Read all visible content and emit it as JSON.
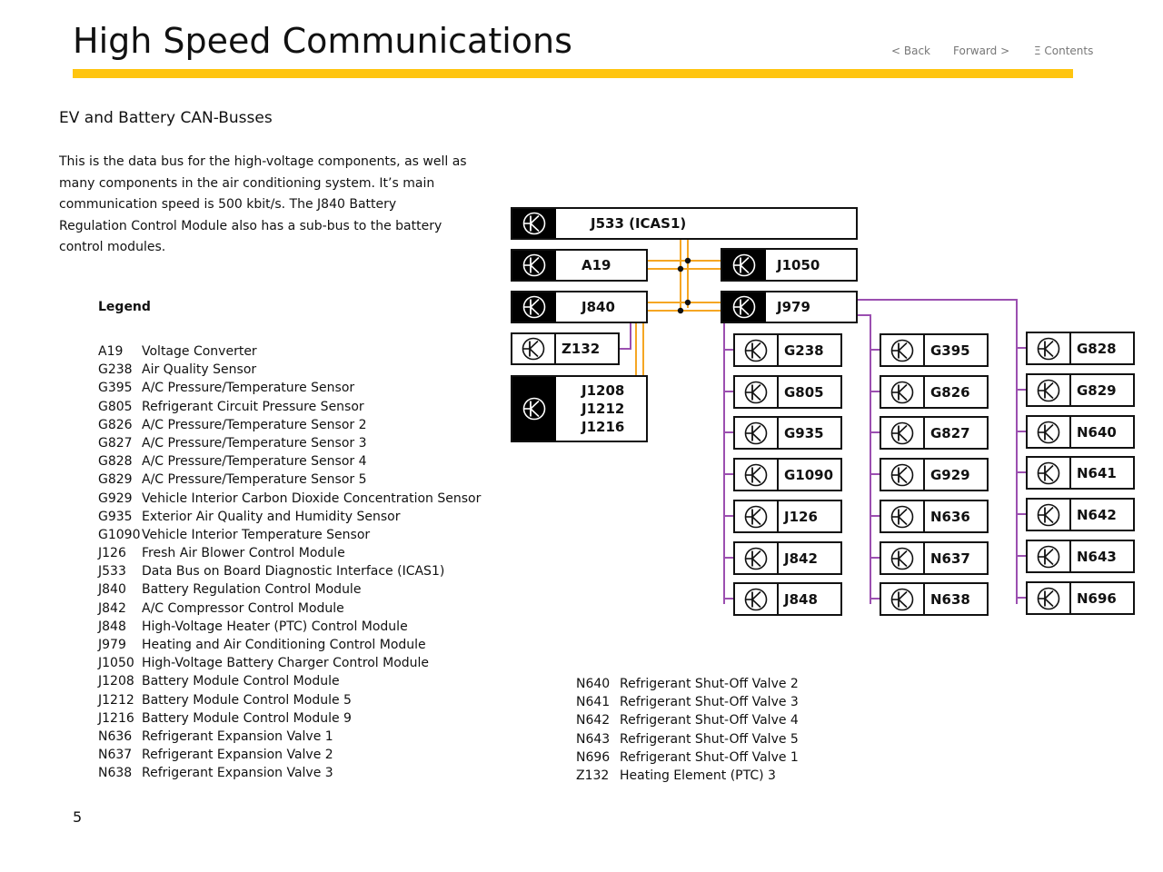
{
  "header": {
    "title": "High Speed Communications",
    "nav": {
      "back": "< Back",
      "forward": "Forward >",
      "contents": "Ξ Contents"
    }
  },
  "subtitle": "EV and Battery CAN-Busses",
  "intro": "This is the data bus for the high-voltage components, as well as many components in the air conditioning system.  It’s main communication speed is 500 kbit/s.  The J840 Battery Regulation Control Module also has a sub-bus to the battery control modules.",
  "legend": {
    "title": "Legend",
    "items": [
      {
        "code": "A19",
        "desc": "Voltage Converter"
      },
      {
        "code": "G238",
        "desc": "Air Quality Sensor"
      },
      {
        "code": "G395",
        "desc": "A/C Pressure/Temperature Sensor"
      },
      {
        "code": "G805",
        "desc": "Refrigerant Circuit Pressure Sensor"
      },
      {
        "code": "G826",
        "desc": "A/C Pressure/Temperature Sensor 2"
      },
      {
        "code": "G827",
        "desc": "A/C Pressure/Temperature Sensor 3"
      },
      {
        "code": "G828",
        "desc": "A/C Pressure/Temperature Sensor 4"
      },
      {
        "code": "G829",
        "desc": "A/C Pressure/Temperature Sensor 5"
      },
      {
        "code": "G929",
        "desc": "Vehicle Interior Carbon Dioxide Concentration Sensor"
      },
      {
        "code": "G935",
        "desc": "Exterior Air Quality and Humidity Sensor"
      },
      {
        "code": "G1090",
        "desc": "Vehicle Interior Temperature Sensor"
      },
      {
        "code": "J126",
        "desc": "Fresh Air Blower Control Module"
      },
      {
        "code": "J533",
        "desc": "Data Bus on Board Diagnostic Interface (ICAS1)"
      },
      {
        "code": "J840",
        "desc": "Battery Regulation Control Module"
      },
      {
        "code": "J842",
        "desc": "A/C Compressor Control Module"
      },
      {
        "code": "J848",
        "desc": "High-Voltage Heater (PTC) Control Module"
      },
      {
        "code": "J979",
        "desc": "Heating and Air Conditioning Control Module"
      },
      {
        "code": "J1050",
        "desc": "High-Voltage Battery Charger Control Module"
      },
      {
        "code": "J1208",
        "desc": "Battery Module Control Module"
      },
      {
        "code": "J1212",
        "desc": "Battery Module Control Module 5"
      },
      {
        "code": "J1216",
        "desc": "Battery Module Control Module 9"
      },
      {
        "code": "N636",
        "desc": "Refrigerant Expansion Valve 1"
      },
      {
        "code": "N637",
        "desc": "Refrigerant Expansion Valve 2"
      },
      {
        "code": "N638",
        "desc": "Refrigerant Expansion Valve 3"
      }
    ],
    "items2": [
      {
        "code": "N640",
        "desc": "Refrigerant Shut-Off Valve 2"
      },
      {
        "code": "N641",
        "desc": "Refrigerant Shut-Off Valve 3"
      },
      {
        "code": "N642",
        "desc": "Refrigerant Shut-Off Valve 4"
      },
      {
        "code": "N643",
        "desc": "Refrigerant Shut-Off Valve 5"
      },
      {
        "code": "N696",
        "desc": "Refrigerant Shut-Off Valve 1"
      },
      {
        "code": "Z132",
        "desc": "Heating Element (PTC) 3"
      }
    ]
  },
  "diagram": {
    "bus_colors": {
      "can": "#F5A623",
      "sub_bus": "#9B4FB0"
    },
    "modules": [
      {
        "id": "J533",
        "label": "J533 (ICAS1)",
        "style": "dark"
      },
      {
        "id": "A19",
        "label": "A19",
        "style": "dark"
      },
      {
        "id": "J1050",
        "label": "J1050",
        "style": "dark"
      },
      {
        "id": "J840",
        "label": "J840",
        "style": "dark"
      },
      {
        "id": "J979",
        "label": "J979",
        "style": "dark"
      },
      {
        "id": "Z132",
        "label": "Z132",
        "style": "light"
      },
      {
        "id": "J1208",
        "label": "J1208\nJ1212\nJ1216",
        "style": "dark"
      },
      {
        "id": "G238",
        "label": "G238",
        "style": "light"
      },
      {
        "id": "G805",
        "label": "G805",
        "style": "light"
      },
      {
        "id": "G935",
        "label": "G935",
        "style": "light"
      },
      {
        "id": "G1090",
        "label": "G1090",
        "style": "light"
      },
      {
        "id": "J126",
        "label": "J126",
        "style": "light"
      },
      {
        "id": "J842",
        "label": "J842",
        "style": "light"
      },
      {
        "id": "J848",
        "label": "J848",
        "style": "light"
      },
      {
        "id": "G395",
        "label": "G395",
        "style": "light"
      },
      {
        "id": "G826",
        "label": "G826",
        "style": "light"
      },
      {
        "id": "G827",
        "label": "G827",
        "style": "light"
      },
      {
        "id": "G929",
        "label": "G929",
        "style": "light"
      },
      {
        "id": "N636",
        "label": "N636",
        "style": "light"
      },
      {
        "id": "N637",
        "label": "N637",
        "style": "light"
      },
      {
        "id": "N638",
        "label": "N638",
        "style": "light"
      },
      {
        "id": "G828",
        "label": "G828",
        "style": "light"
      },
      {
        "id": "G829",
        "label": "G829",
        "style": "light"
      },
      {
        "id": "N640",
        "label": "N640",
        "style": "light"
      },
      {
        "id": "N641",
        "label": "N641",
        "style": "light"
      },
      {
        "id": "N642",
        "label": "N642",
        "style": "light"
      },
      {
        "id": "N643",
        "label": "N643",
        "style": "light"
      },
      {
        "id": "N696",
        "label": "N696",
        "style": "light"
      }
    ]
  },
  "page_number": "5"
}
